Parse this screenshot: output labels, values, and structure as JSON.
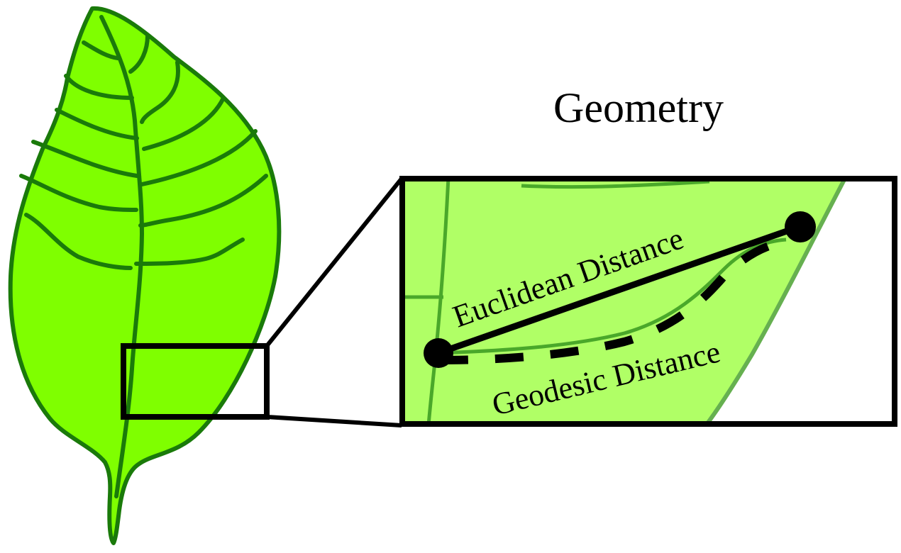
{
  "title": "Geometry",
  "labels": {
    "euclidean": "Euclidean Distance",
    "geodesic": "Geodesic Distance"
  },
  "colors": {
    "leaf_fill": "#7fff00",
    "leaf_outline": "#1a7a0a",
    "zoom_fill": "#b0ff66",
    "zoom_vein": "#4aa82a",
    "zoom_edge": "#66b050",
    "ink": "#000000",
    "background": "#ffffff"
  },
  "elements": {
    "leaf": "leaf-illustration",
    "inset_marker": "small-zoom-rectangle",
    "zoom_panel": "magnified-leaf-region",
    "euclidean_path": "straight-solid-line",
    "geodesic_path": "curved-dashed-line",
    "endpoints": "two-black-dots"
  }
}
